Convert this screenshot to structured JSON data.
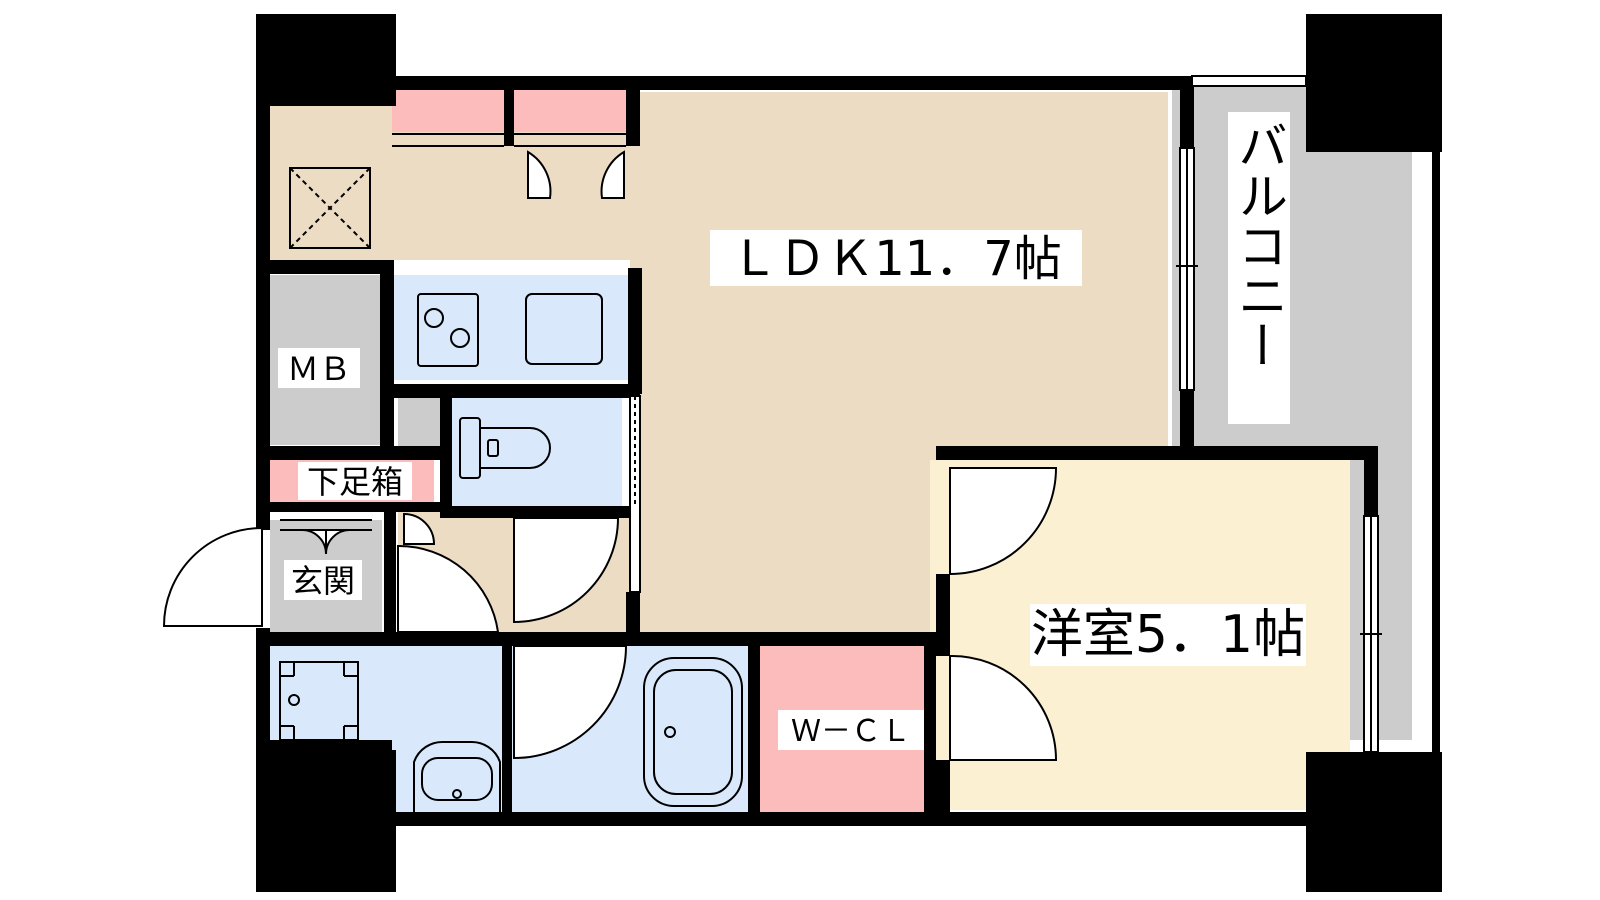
{
  "floor_plan": {
    "rooms": {
      "ldk": "ＬＤＫ11．7帖",
      "western_room": "洋室5．1帖",
      "balcony": "バルコニー",
      "meter_box": "ＭＢ",
      "shoe_box": "下足箱",
      "entrance": "玄関",
      "walk_in_closet": "Ｗ－ＣＬ"
    },
    "colors": {
      "wall": "#000000",
      "ldk_floor": "#ecdcc4",
      "western_floor": "#fbf1d2",
      "wet_area": "#d9e9fb",
      "storage": "#fcbcbc",
      "gray_area": "#cccccc",
      "background": "#ffffff"
    }
  }
}
